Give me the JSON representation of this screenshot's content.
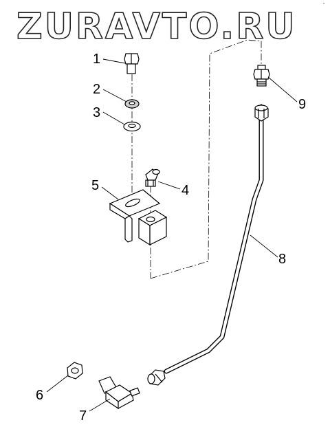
{
  "watermark": "ZURAVTO.RU",
  "corner_mark": "ᵒ",
  "callouts": [
    "1",
    "2",
    "3",
    "4",
    "5",
    "6",
    "7",
    "8",
    "9"
  ],
  "colors": {
    "ink": "#000000",
    "paper": "#ffffff",
    "shade": "#d9d9d9"
  }
}
